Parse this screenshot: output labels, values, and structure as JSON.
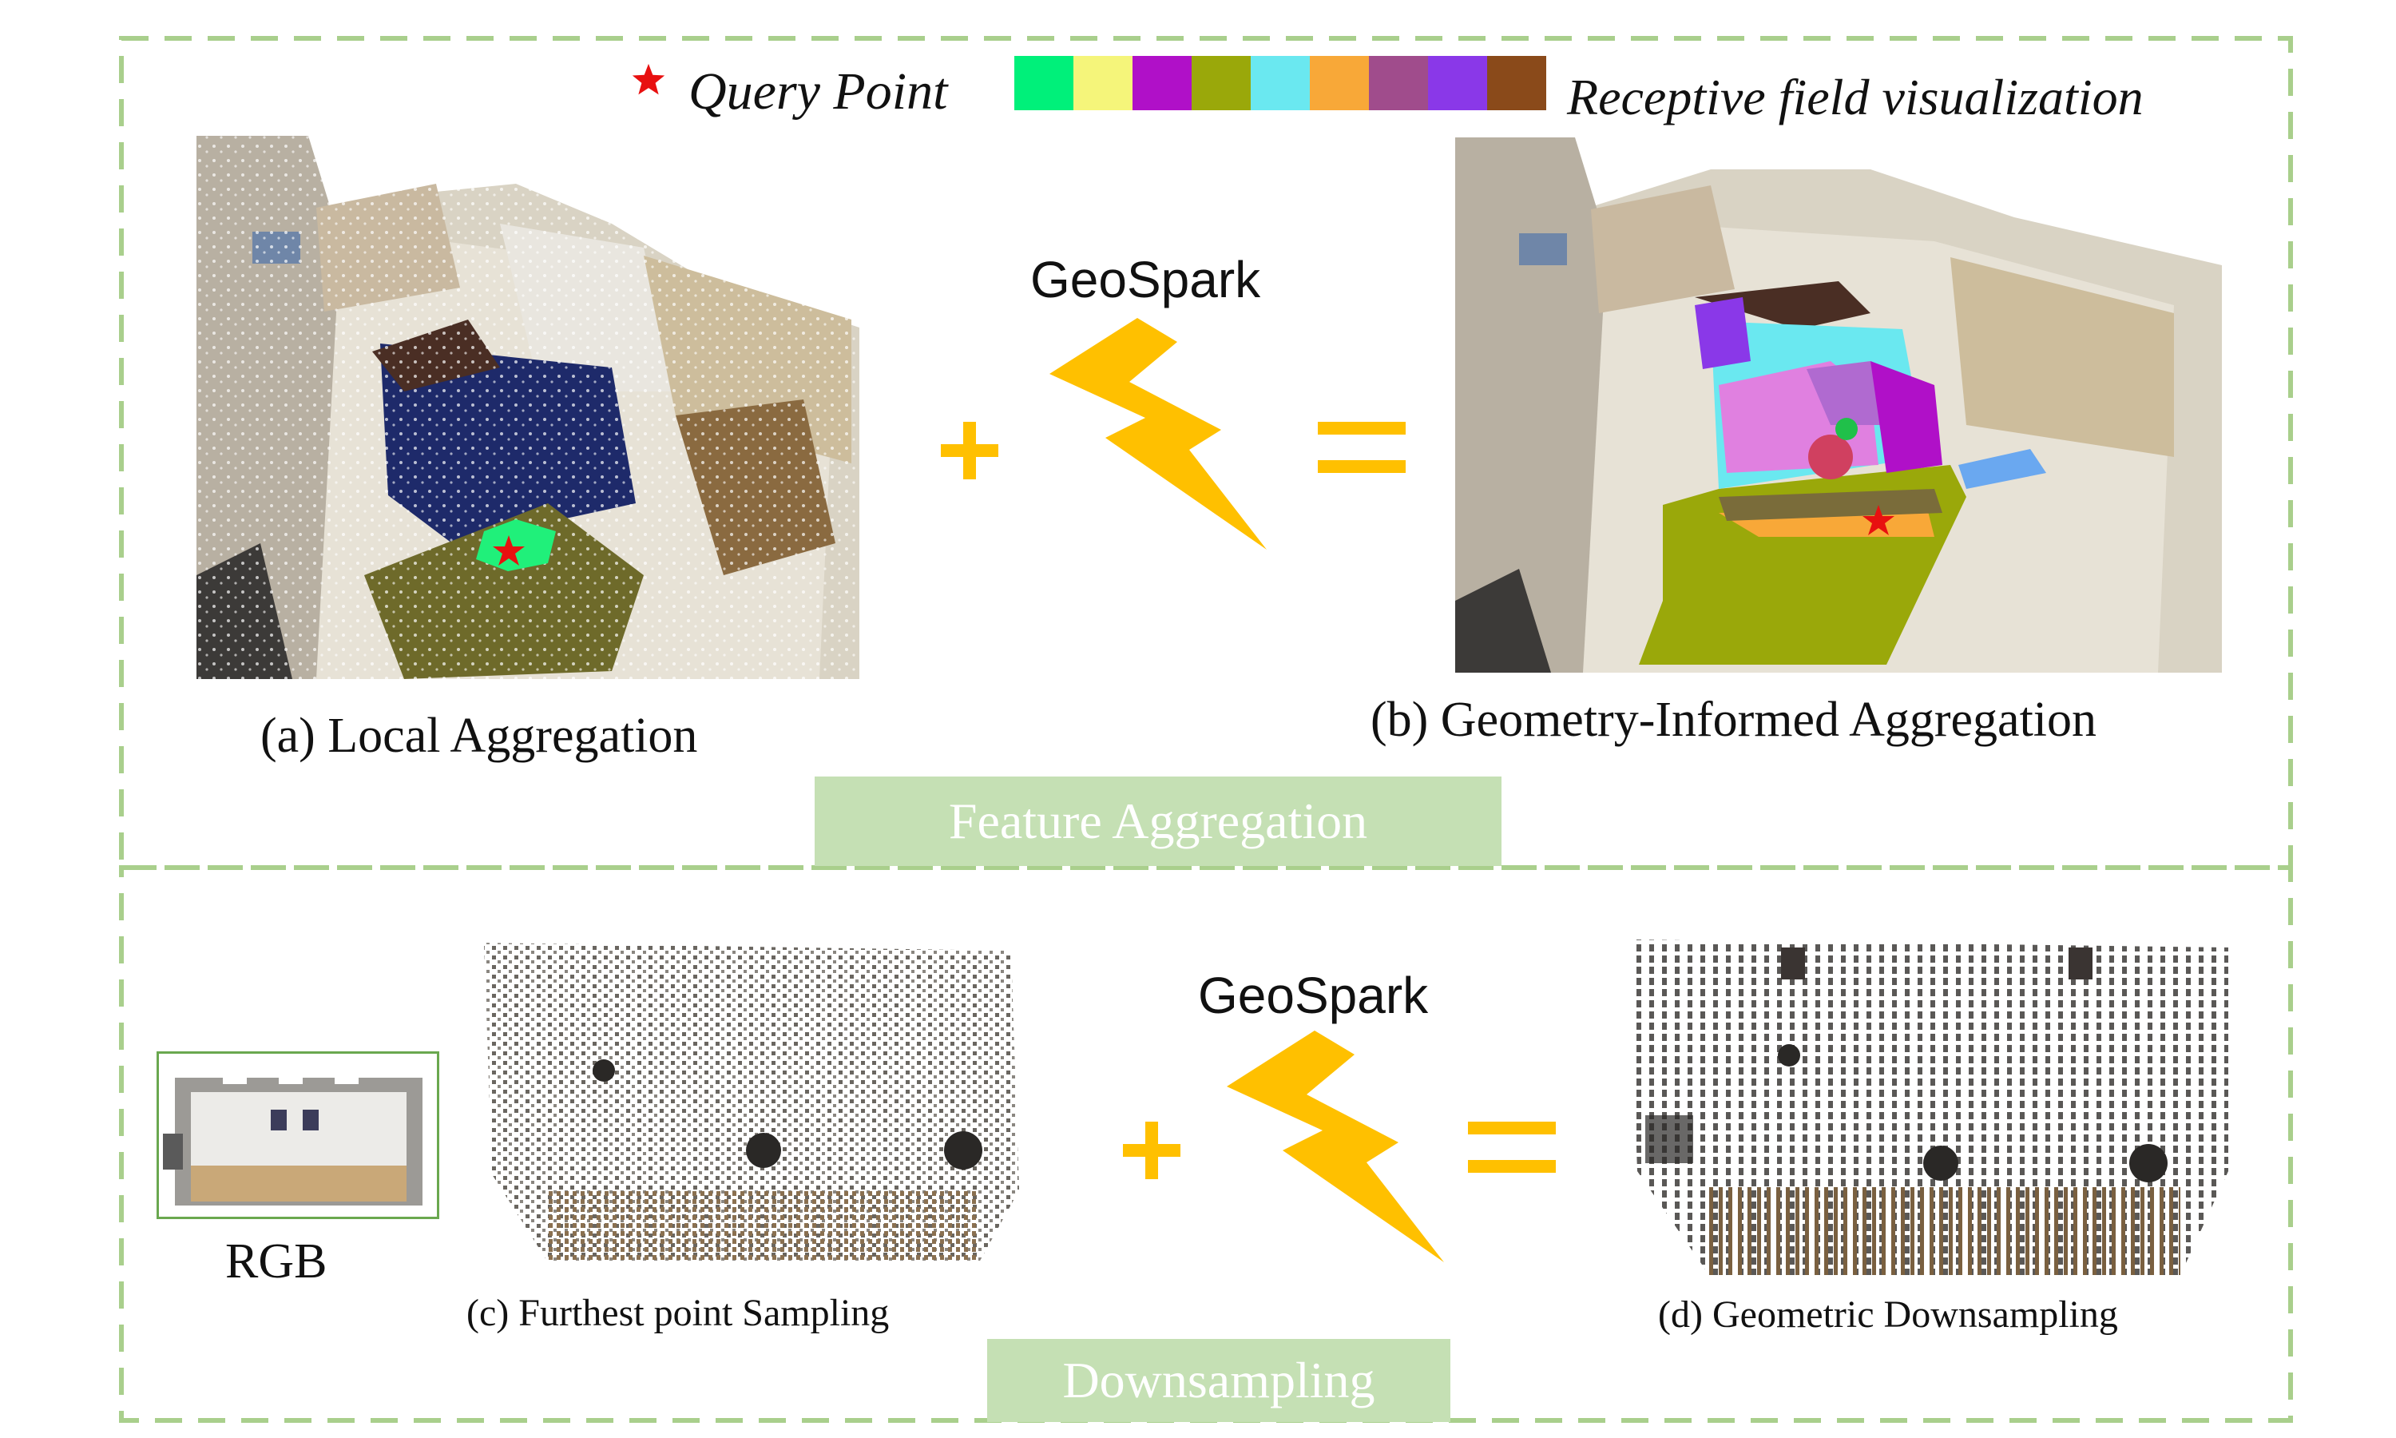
{
  "legend": {
    "query_point_label": "Query Point",
    "receptive_field_label": "Receptive field visualization",
    "star_color": "#e81010",
    "swatches": [
      "#00f07a",
      "#f5f57a",
      "#b010c8",
      "#9aa80a",
      "#6ae8f0",
      "#f8a838",
      "#a04c8c",
      "#8a38e8",
      "#8a4a1a"
    ]
  },
  "top_section": {
    "left_caption": "(a) Local Aggregation",
    "right_caption": "(b) Geometry-Informed Aggregation",
    "geospark_label": "GeoSpark",
    "banner": "Feature Aggregation"
  },
  "bottom_section": {
    "rgb_label": "RGB",
    "left_caption": "(c) Furthest point Sampling",
    "right_caption": "(d) Geometric Downsampling",
    "geospark_label": "GeoSpark",
    "banner": "Downsampling"
  },
  "colors": {
    "frame_dash": "#a9cf8c",
    "accent": "#ffc000",
    "banner_fill": "#c5e0b4",
    "rgb_frame": "#6aa84f"
  },
  "icons": [
    "star-icon",
    "lightning-icon",
    "plus-icon",
    "equals-icon"
  ]
}
